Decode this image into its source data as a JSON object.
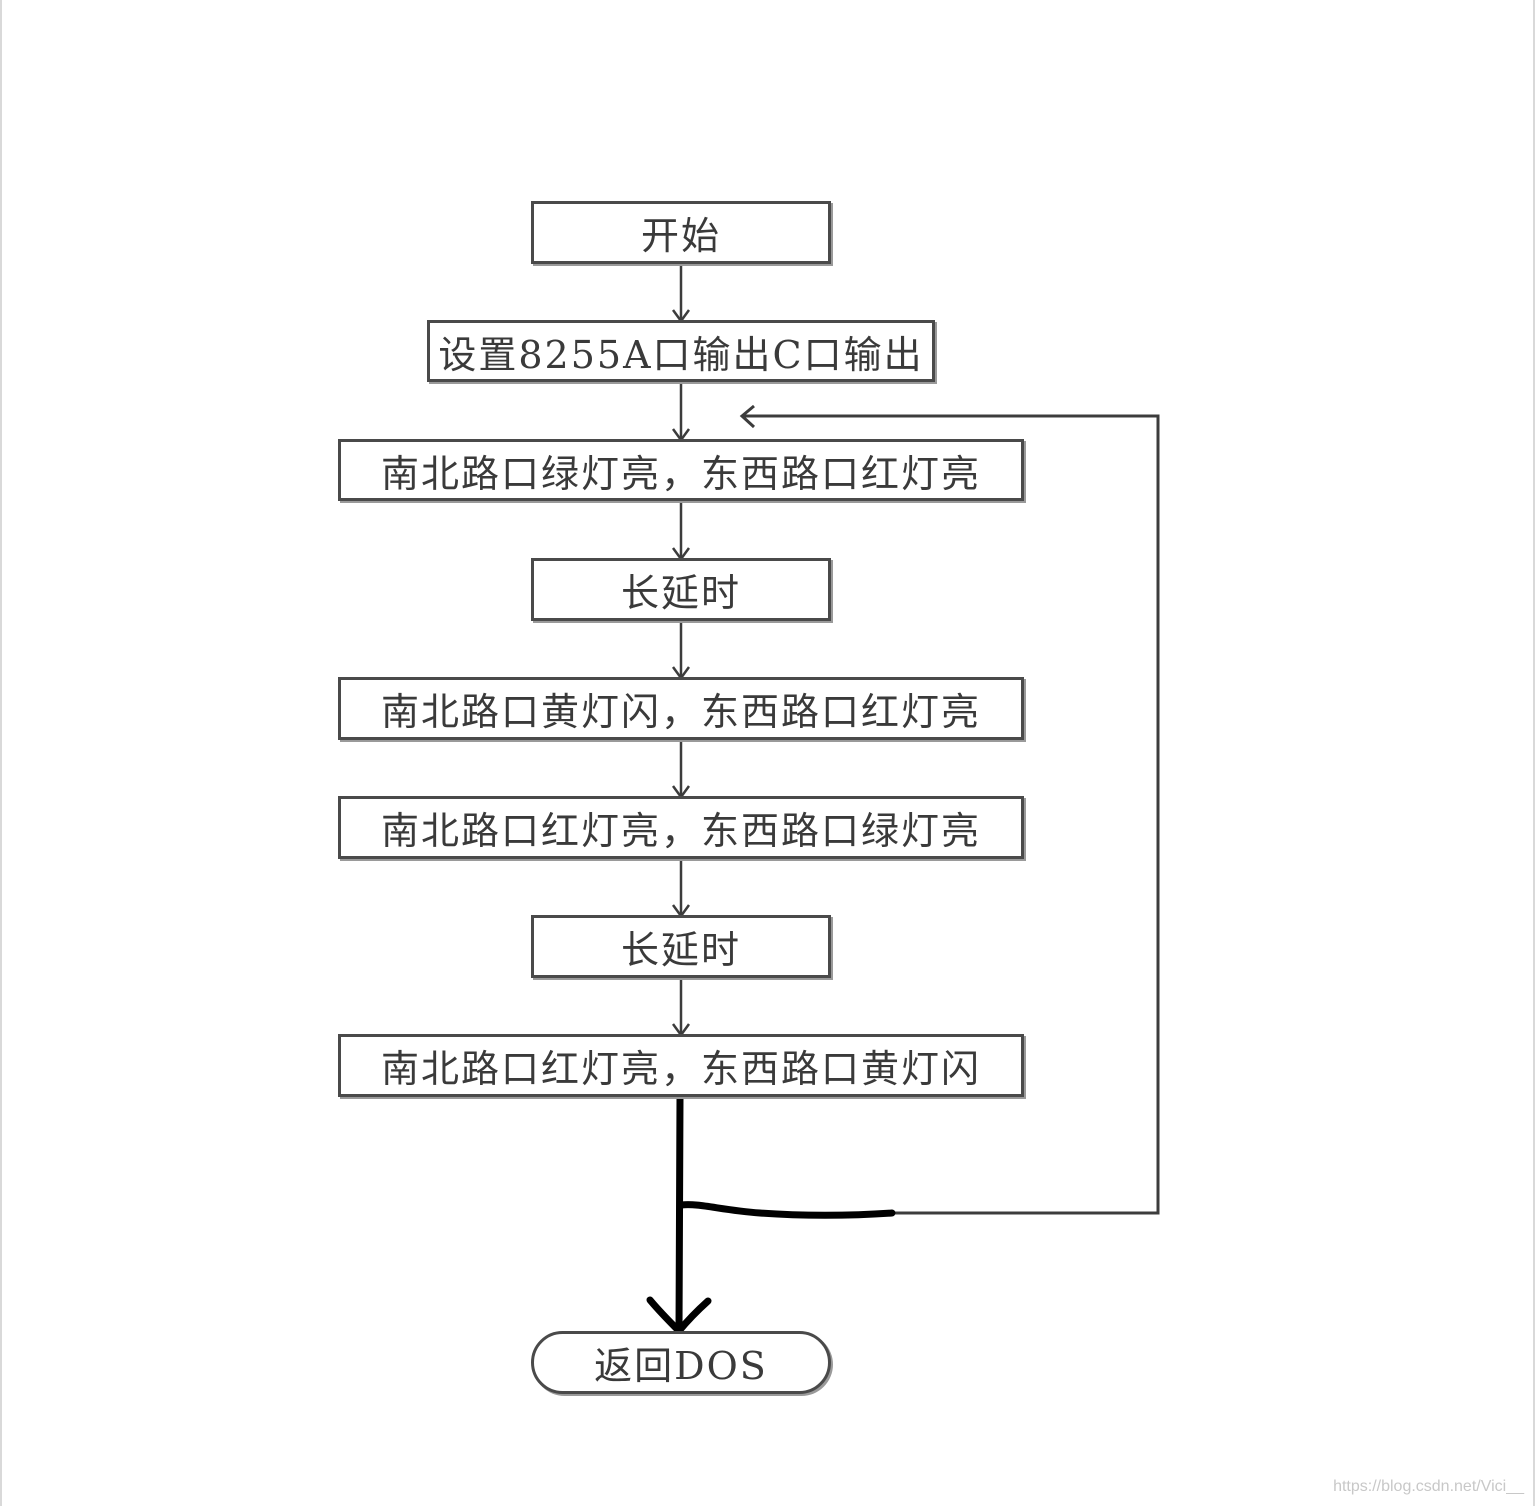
{
  "diagram": {
    "nodes": [
      {
        "id": "start",
        "label": "开始"
      },
      {
        "id": "init",
        "label": "设置8255A口输出C口输出"
      },
      {
        "id": "ns-green",
        "label": "南北路口绿灯亮，东西路口红灯亮"
      },
      {
        "id": "delay-1",
        "label": "长延时"
      },
      {
        "id": "ns-yellow",
        "label": "南北路口黄灯闪，东西路口红灯亮"
      },
      {
        "id": "ew-green",
        "label": "南北路口红灯亮，东西路口绿灯亮"
      },
      {
        "id": "delay-2",
        "label": "长延时"
      },
      {
        "id": "ew-yellow",
        "label": "南北路口红灯亮，东西路口黄灯闪"
      },
      {
        "id": "end",
        "label": "返回DOS"
      }
    ],
    "edges": [
      {
        "from": "start",
        "to": "init"
      },
      {
        "from": "init",
        "to": "ns-green"
      },
      {
        "from": "ns-green",
        "to": "delay-1"
      },
      {
        "from": "delay-1",
        "to": "ns-yellow"
      },
      {
        "from": "ns-yellow",
        "to": "ew-green"
      },
      {
        "from": "ew-green",
        "to": "delay-2"
      },
      {
        "from": "delay-2",
        "to": "ew-yellow"
      },
      {
        "from": "ew-yellow",
        "to": "end"
      },
      {
        "from": "ew-yellow",
        "to": "ns-green",
        "kind": "loop-back"
      }
    ]
  },
  "watermark": "https://blog.csdn.net/Vici__"
}
